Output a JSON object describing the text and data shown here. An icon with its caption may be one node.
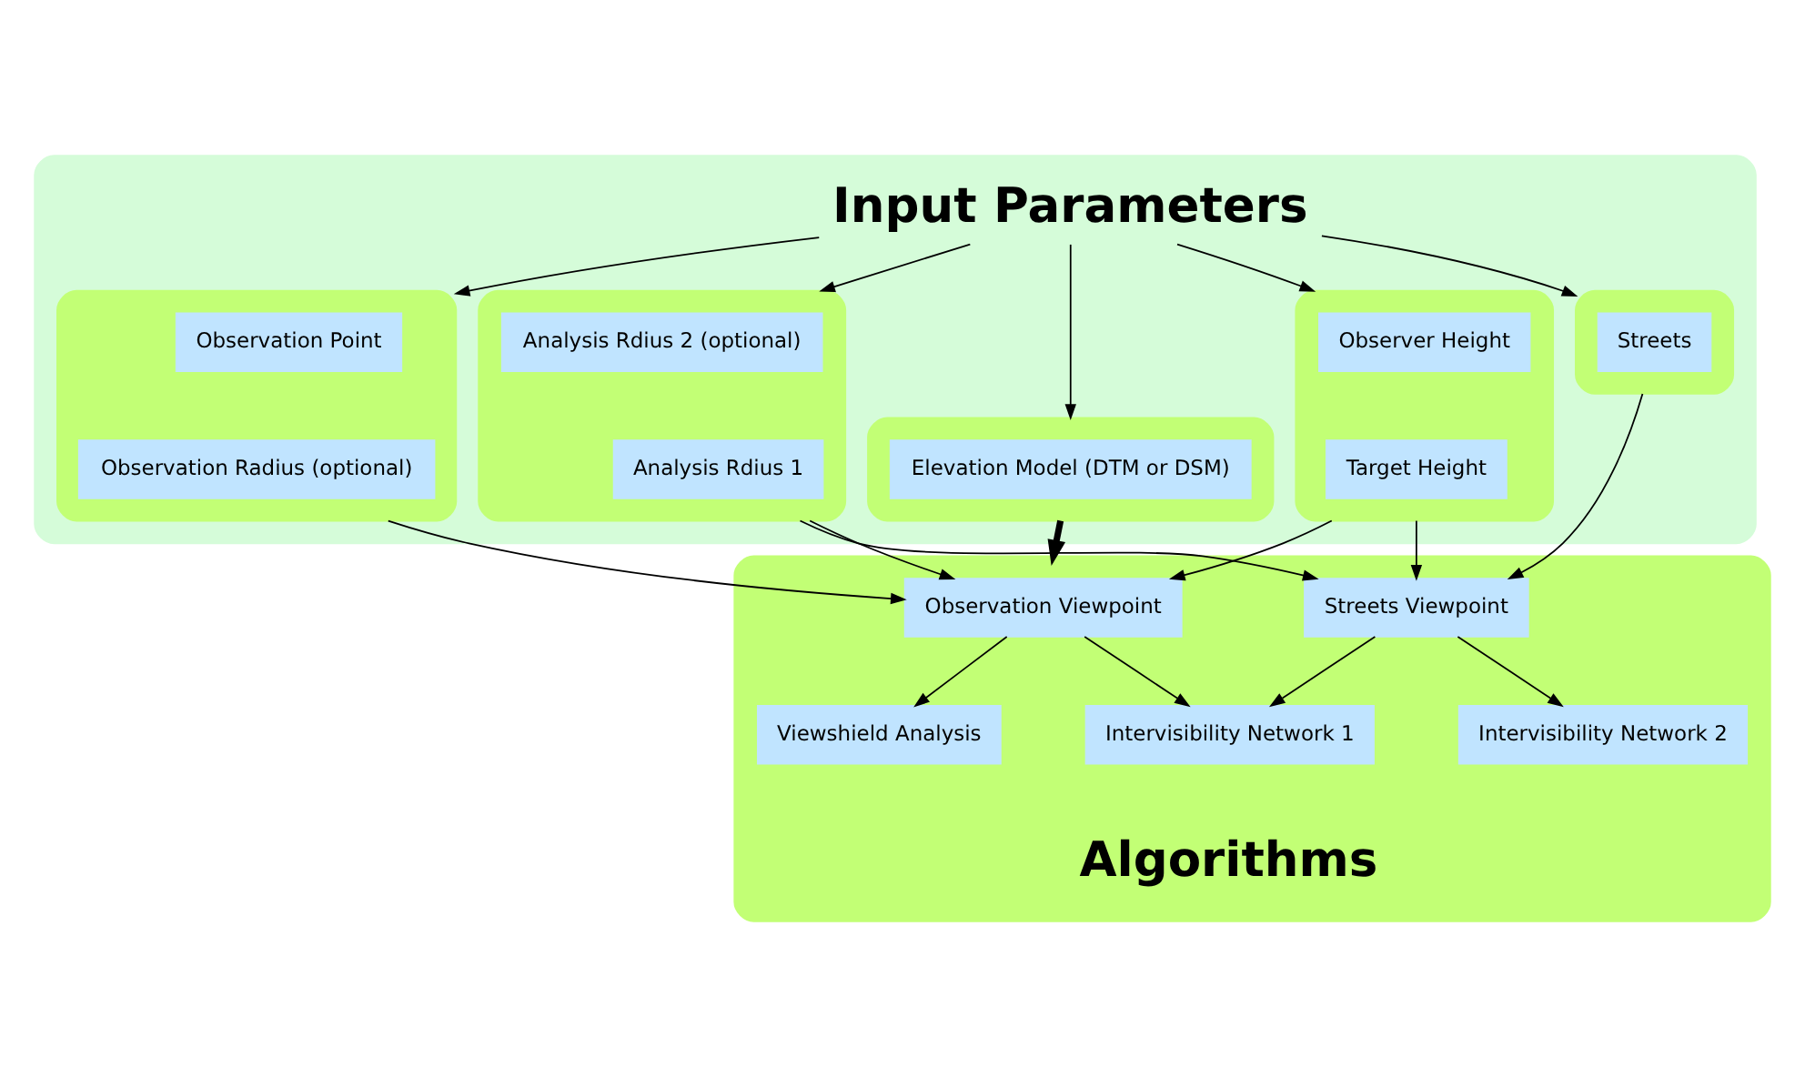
{
  "diagram": {
    "nodes": [
      {
        "text": [],
        "shape": "box"
      },
      {
        "text": [
          "Input Parameters"
        ],
        "in": 0
      },
      {
        "text": [],
        "shape": "box",
        "in": 0
      },
      {
        "text": [
          "Observation Point"
        ],
        "in": 2
      },
      {
        "text": [
          "Observation Radius (optional)"
        ],
        "in": 2
      },
      {
        "text": [],
        "shape": "box",
        "in": 0
      },
      {
        "text": [
          "Analysis Rdius 2 (optional)"
        ],
        "in": 5
      },
      {
        "text": [
          "Analysis Rdius 1"
        ],
        "in": 5
      },
      {
        "text": [],
        "shape": "box",
        "in": 0
      },
      {
        "text": [
          "Elevation Model (DTM or DSM)"
        ],
        "in": 8
      },
      {
        "text": [],
        "shape": "box",
        "in": 0
      },
      {
        "text": [
          "Streets"
        ],
        "in": 10
      },
      {
        "text": [],
        "shape": "box",
        "in": 0
      },
      {
        "text": [
          "Observer Height"
        ],
        "in": 12
      },
      {
        "text": [
          "Target Height"
        ],
        "in": 12
      },
      {
        "text": [],
        "shape": "box"
      },
      {
        "text": [
          "Observation Viewpoint"
        ],
        "in": 15
      },
      {
        "text": [
          "Viewshield Analysis"
        ],
        "in": 15
      },
      {
        "text": [
          "Streets Viewpoint"
        ],
        "in": 15
      },
      {
        "text": [
          "Intervisibility Network 1"
        ],
        "in": 15
      },
      {
        "text": [
          "Intervisibility Network 2"
        ],
        "in": 15
      },
      {
        "text": [
          "Algorithms"
        ],
        "in": 15
      }
    ],
    "edges": [
      {
        "from": 1,
        "to": 2,
        "arrow": "to"
      },
      {
        "from": 1,
        "to": 5,
        "arrow": "to"
      },
      {
        "from": 1,
        "to": 8,
        "arrow": "to"
      },
      {
        "from": 1,
        "to": 10,
        "arrow": "to"
      },
      {
        "from": 1,
        "to": 12,
        "arrow": "to"
      },
      {
        "from": 2,
        "to": 16,
        "arrow": "to"
      },
      {
        "from": 5,
        "to": 16,
        "arrow": "to"
      },
      {
        "from": 5,
        "to": 18,
        "arrow": "to"
      },
      {
        "from": 8,
        "to": 15,
        "arrow": "to",
        "style": "thick"
      },
      {
        "from": 10,
        "to": 18,
        "arrow": "to"
      },
      {
        "from": 12,
        "to": 16,
        "arrow": "to"
      },
      {
        "from": 12,
        "to": 18,
        "arrow": "to"
      },
      {
        "from": 16,
        "to": 17,
        "arrow": "to"
      },
      {
        "from": 16,
        "to": 19,
        "arrow": "to"
      },
      {
        "from": 18,
        "to": 19,
        "arrow": "to"
      },
      {
        "from": 18,
        "to": 20,
        "arrow": "to"
      }
    ]
  }
}
